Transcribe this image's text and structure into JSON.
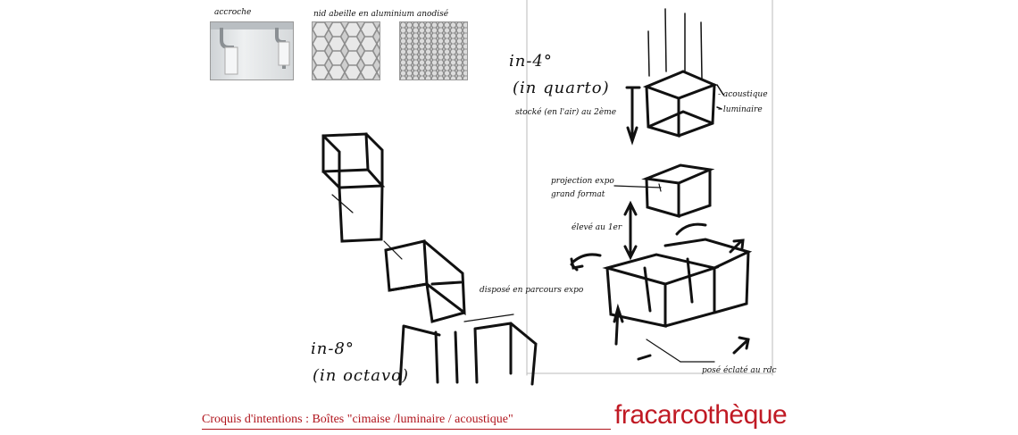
{
  "labels": {
    "accroche": "accroche",
    "nid": "nid abeille en aluminium anodisé",
    "in4": "in-4°",
    "inquarto": "(in quarto)",
    "stocke": "stocké (en l'air) au 2ème",
    "acoustique": "- acoustique",
    "luminaire": "- luminaire",
    "projection1": "projection expo",
    "projection2": "grand format",
    "eleve": "élevé au 1er",
    "dispose": "disposé en parcours expo",
    "in8": "in-8°",
    "inoctavo": "(in octavo)",
    "pose": "posé éclaté au rdc"
  },
  "footer": {
    "caption": "Croquis d'intentions : Boîtes \"cimaise /luminaire / acoustique\"",
    "logo_a": "frac",
    "logo_b": "arcothèque"
  },
  "colors": {
    "accent": "#c01a24",
    "ink": "#111111"
  }
}
